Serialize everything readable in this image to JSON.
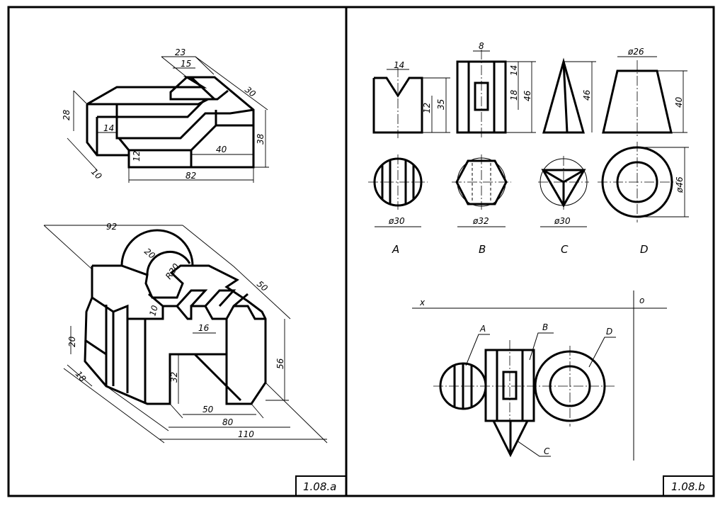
{
  "panel_a": {
    "label": "1.08.a",
    "top_part_dims": {
      "d23": "23",
      "d15": "15",
      "d30": "30",
      "d28": "28",
      "d14": "14",
      "d12": "12",
      "d40": "40",
      "d38": "38",
      "d10": "10",
      "d82": "82"
    },
    "bottom_part_dims": {
      "d92": "92",
      "d20a": "20",
      "r20": "R20",
      "d50a": "50",
      "d10": "10",
      "d16": "16",
      "d20b": "20",
      "d18": "18",
      "d56": "56",
      "d32": "32",
      "d50b": "50",
      "d80": "80",
      "d110": "110"
    }
  },
  "panel_b": {
    "label": "1.08.b",
    "solids": [
      {
        "letter": "A",
        "dims": [
          "14",
          "12",
          "35"
        ],
        "plan_dim": "ø30"
      },
      {
        "letter": "B",
        "dims": [
          "8",
          "14",
          "18",
          "46"
        ],
        "plan_dim": "ø32"
      },
      {
        "letter": "C",
        "dims": [
          "46"
        ],
        "plan_dim": "ø30"
      },
      {
        "letter": "D",
        "dims": [
          "ø26",
          "40"
        ],
        "plan_dim": "ø46"
      }
    ],
    "axis_x": "x",
    "axis_o": "o",
    "callouts": [
      "A",
      "B",
      "D",
      "C"
    ]
  }
}
